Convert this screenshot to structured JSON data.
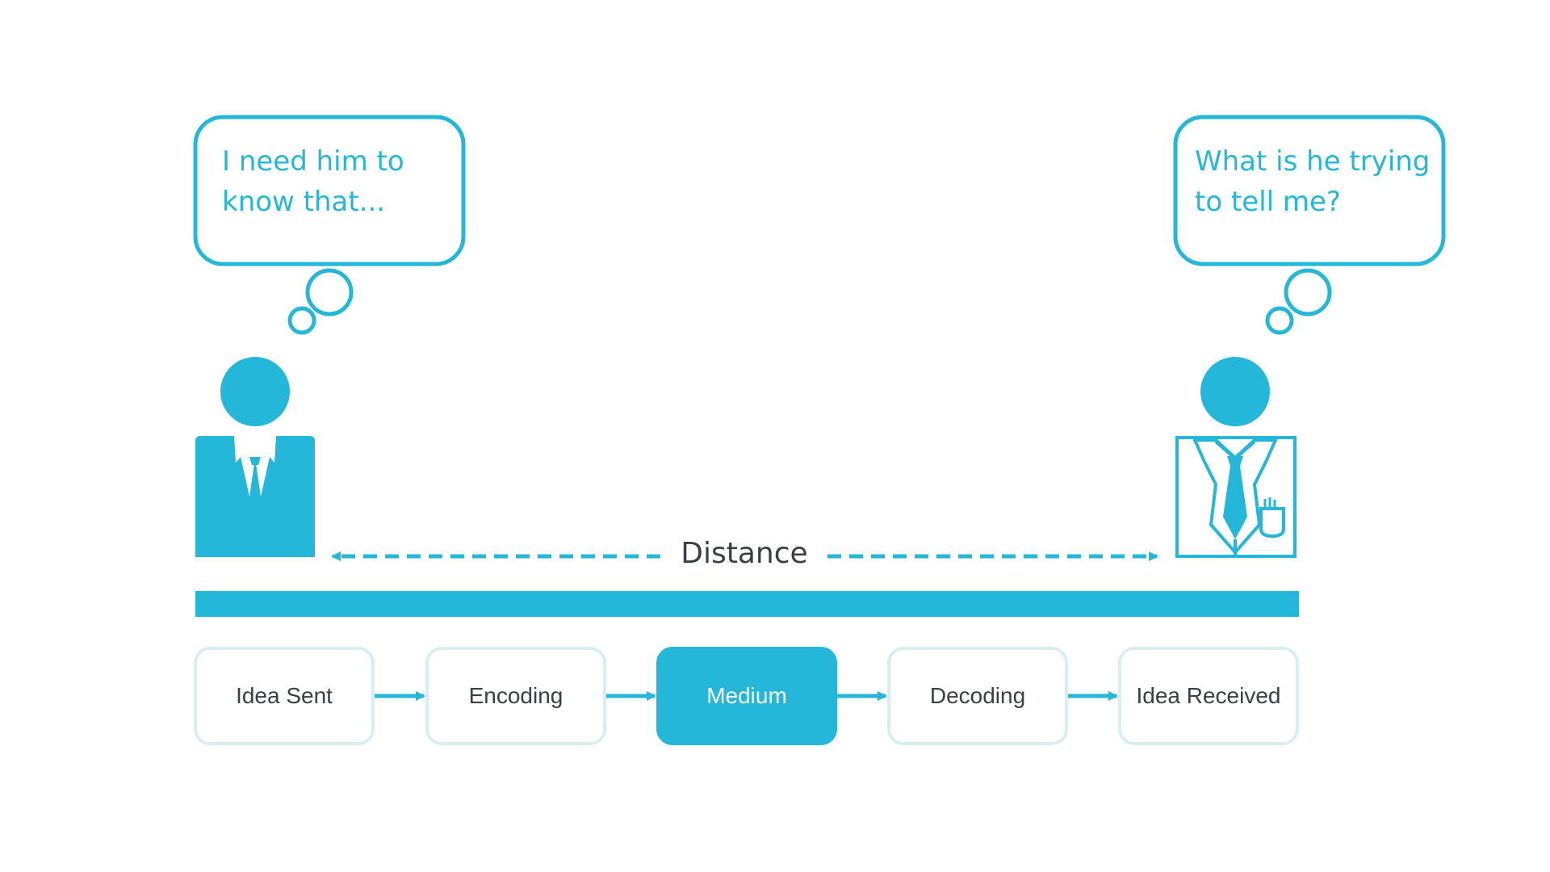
{
  "colors": {
    "accent": "#25b7d9",
    "box_border": "#d7eef5",
    "text_dark": "#3a3f47",
    "background": "#ffffff"
  },
  "sender": {
    "thought": [
      "I need him to",
      "know that..."
    ],
    "icon": "businessman-icon"
  },
  "receiver": {
    "thought": [
      "What is he trying",
      "to tell me?"
    ],
    "icon": "doctor-icon"
  },
  "distance_label": "Distance",
  "steps": [
    {
      "label": "Idea Sent",
      "highlighted": false
    },
    {
      "label": "Encoding",
      "highlighted": false
    },
    {
      "label": "Medium",
      "highlighted": true
    },
    {
      "label": "Decoding",
      "highlighted": false
    },
    {
      "label": "Idea Received",
      "highlighted": false
    }
  ]
}
